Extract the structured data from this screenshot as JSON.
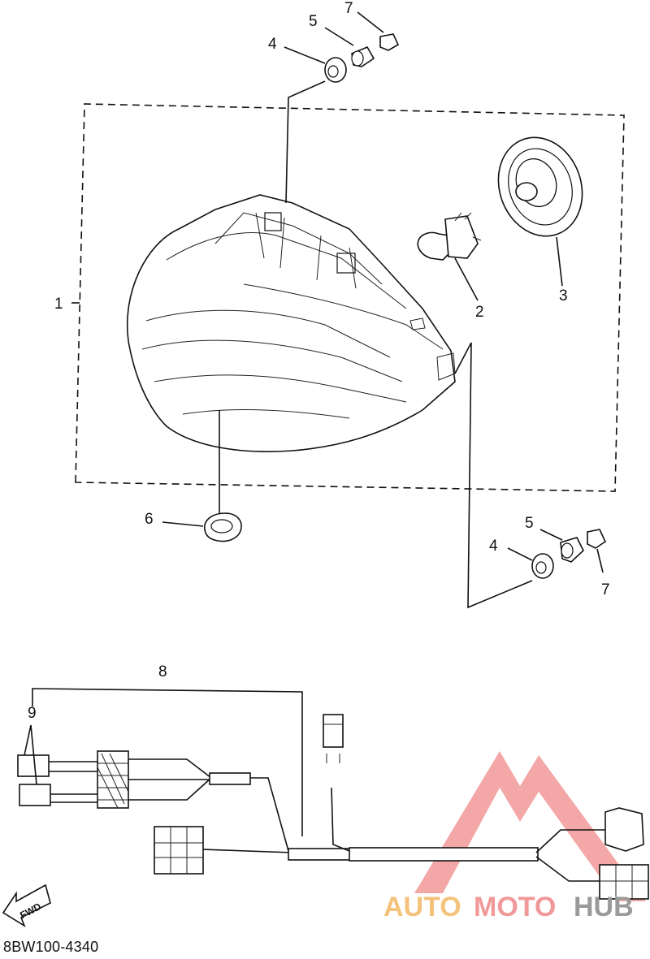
{
  "diagram": {
    "figure_code": "8BW100-4340",
    "fwd_label": "FWD",
    "watermark": {
      "part1": "AUTO",
      "part2": "MOTO",
      "part3": "HUB",
      "colors": {
        "auto": "#f4c27a",
        "moto": "#f19999",
        "hub": "#9a9a9a",
        "logo": "#e84a4a"
      }
    },
    "callouts": {
      "c1": "1",
      "c2": "2",
      "c3": "3",
      "c4_top": "4",
      "c5_top": "5",
      "c7_top": "7",
      "c4_right": "4",
      "c5_right": "5",
      "c7_right": "7",
      "c6": "6",
      "c8": "8",
      "c9": "9"
    }
  }
}
